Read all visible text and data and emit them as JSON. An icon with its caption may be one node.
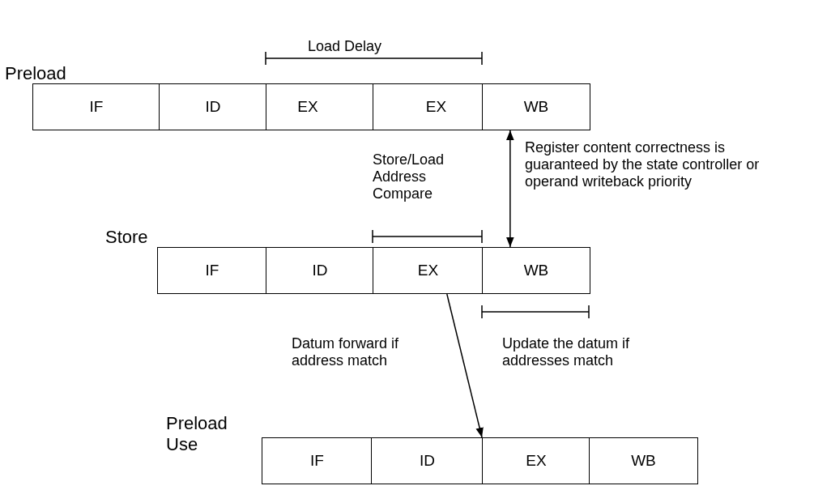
{
  "diagram": {
    "nodes": [
      {
        "text": [
          "Preload"
        ]
      },
      {
        "text": [
          "IF"
        ],
        "in": 0
      },
      {
        "text": [
          "ID"
        ],
        "in": 0
      },
      {
        "text": [
          "EX"
        ],
        "in": 0
      },
      {
        "text": [
          "EX"
        ],
        "in": 0
      },
      {
        "text": [
          "WB"
        ],
        "in": 0
      },
      {
        "text": [
          "Store"
        ]
      },
      {
        "text": [
          "IF"
        ],
        "in": 6
      },
      {
        "text": [
          "ID"
        ],
        "in": 6
      },
      {
        "text": [
          "EX"
        ],
        "in": 6
      },
      {
        "text": [
          "WB"
        ],
        "in": 6
      },
      {
        "text": [
          "Preload Use"
        ]
      },
      {
        "text": [
          "IF"
        ],
        "in": 11
      },
      {
        "text": [
          "ID"
        ],
        "in": 11
      },
      {
        "text": [
          "EX"
        ],
        "in": 11
      },
      {
        "text": [
          "WB"
        ],
        "in": 11
      }
    ],
    "edges": [
      {
        "from": 5,
        "to": 10,
        "arrow": "both",
        "label": "Register content correctness is guaranteed by the state controller or operand writeback priority"
      },
      {
        "from": 9,
        "to": 14,
        "arrow": "to",
        "label": "Datum forward if address match"
      }
    ],
    "labels": [
      "Load Delay",
      "Store/Load Address Compare",
      "Update the datum if addresses match"
    ]
  }
}
